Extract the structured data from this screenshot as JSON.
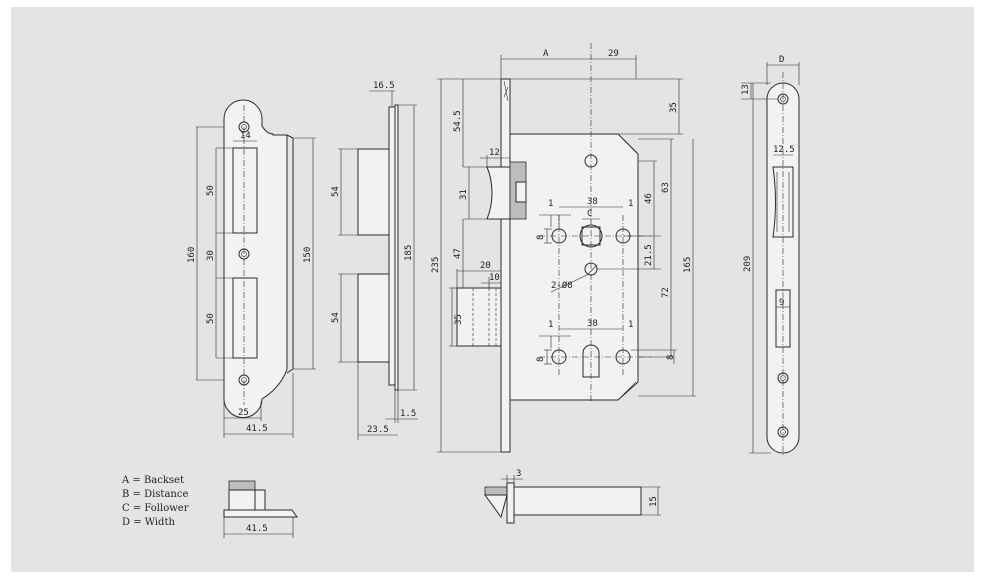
{
  "strike_plate": {
    "dims": {
      "w_inner": "14",
      "seg_top": "50",
      "seg_mid": "30",
      "seg_bot": "50",
      "h_total": "160",
      "h_right": "150",
      "w_25": "25",
      "w_total": "41.5"
    }
  },
  "side_view": {
    "dims": {
      "top": "16.5",
      "up": "54",
      "low": "54",
      "h": "185",
      "b_1_5": "1.5",
      "b_23_5": "23.5"
    }
  },
  "lock_body": {
    "dims": {
      "A": "A",
      "d29": "29",
      "d35top": "35",
      "d54_5": "54.5",
      "d12": "12",
      "d31": "31",
      "d47": "47",
      "d20": "20",
      "d10": "10",
      "d35b": "35",
      "d235": "235",
      "d1a": "1",
      "d38a": "38",
      "d1b": "1",
      "C": "C",
      "d8a": "8",
      "d46": "46",
      "d63": "63",
      "d21_5": "21.5",
      "d72": "72",
      "d165": "165",
      "hole": "2-Ø8",
      "d1c": "1",
      "d38b": "38",
      "d1d": "1",
      "d8b": "8",
      "d8c": "8"
    }
  },
  "face_plate": {
    "dims": {
      "D": "D",
      "d13": "13",
      "d12_5": "12.5",
      "d209": "209",
      "d9": "9"
    }
  },
  "bottom_views": {
    "dims": {
      "small_w": "41.5",
      "d3": "3",
      "d15": "15"
    }
  },
  "legend": [
    "A = Backset",
    "B = Distance",
    "C = Follower",
    "D = Width"
  ]
}
